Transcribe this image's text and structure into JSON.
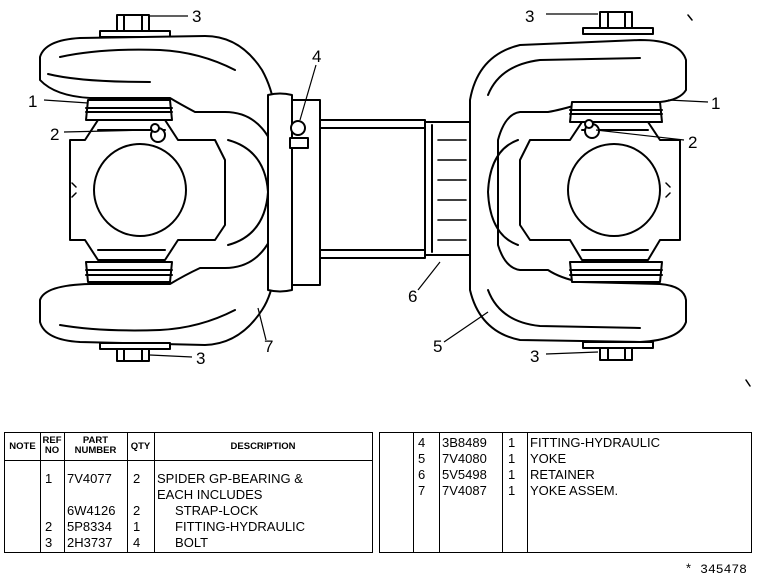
{
  "callouts": [
    "3",
    "3",
    "1",
    "1",
    "2",
    "2",
    "4",
    "6",
    "5",
    "7",
    "3",
    "3"
  ],
  "table": {
    "headers": {
      "note": "NOTE",
      "ref_no": [
        "REF",
        "NO"
      ],
      "part_number": [
        "PART",
        "NUMBER"
      ],
      "qty": "QTY",
      "description": "DESCRIPTION"
    },
    "left_rows": [
      {
        "ref": "1",
        "part": "7V4077",
        "qty": "2",
        "desc": "SPIDER GP-BEARING &"
      },
      {
        "ref": "",
        "part": "",
        "qty": "",
        "desc": "EACH INCLUDES"
      },
      {
        "ref": "",
        "part": "6W4126",
        "qty": "2",
        "desc": "     STRAP-LOCK"
      },
      {
        "ref": "2",
        "part": "5P8334",
        "qty": "1",
        "desc": "     FITTING-HYDRAULIC"
      },
      {
        "ref": "3",
        "part": "2H3737",
        "qty": "4",
        "desc": "     BOLT"
      }
    ],
    "right_rows": [
      {
        "ref": "4",
        "part": "3B8489",
        "qty": "1",
        "desc": "FITTING-HYDRAULIC"
      },
      {
        "ref": "5",
        "part": "7V4080",
        "qty": "1",
        "desc": "YOKE"
      },
      {
        "ref": "6",
        "part": "5V5498",
        "qty": "1",
        "desc": "RETAINER"
      },
      {
        "ref": "7",
        "part": "7V4087",
        "qty": "1",
        "desc": "YOKE ASSEM."
      }
    ]
  },
  "illustration_number": "*  345478"
}
